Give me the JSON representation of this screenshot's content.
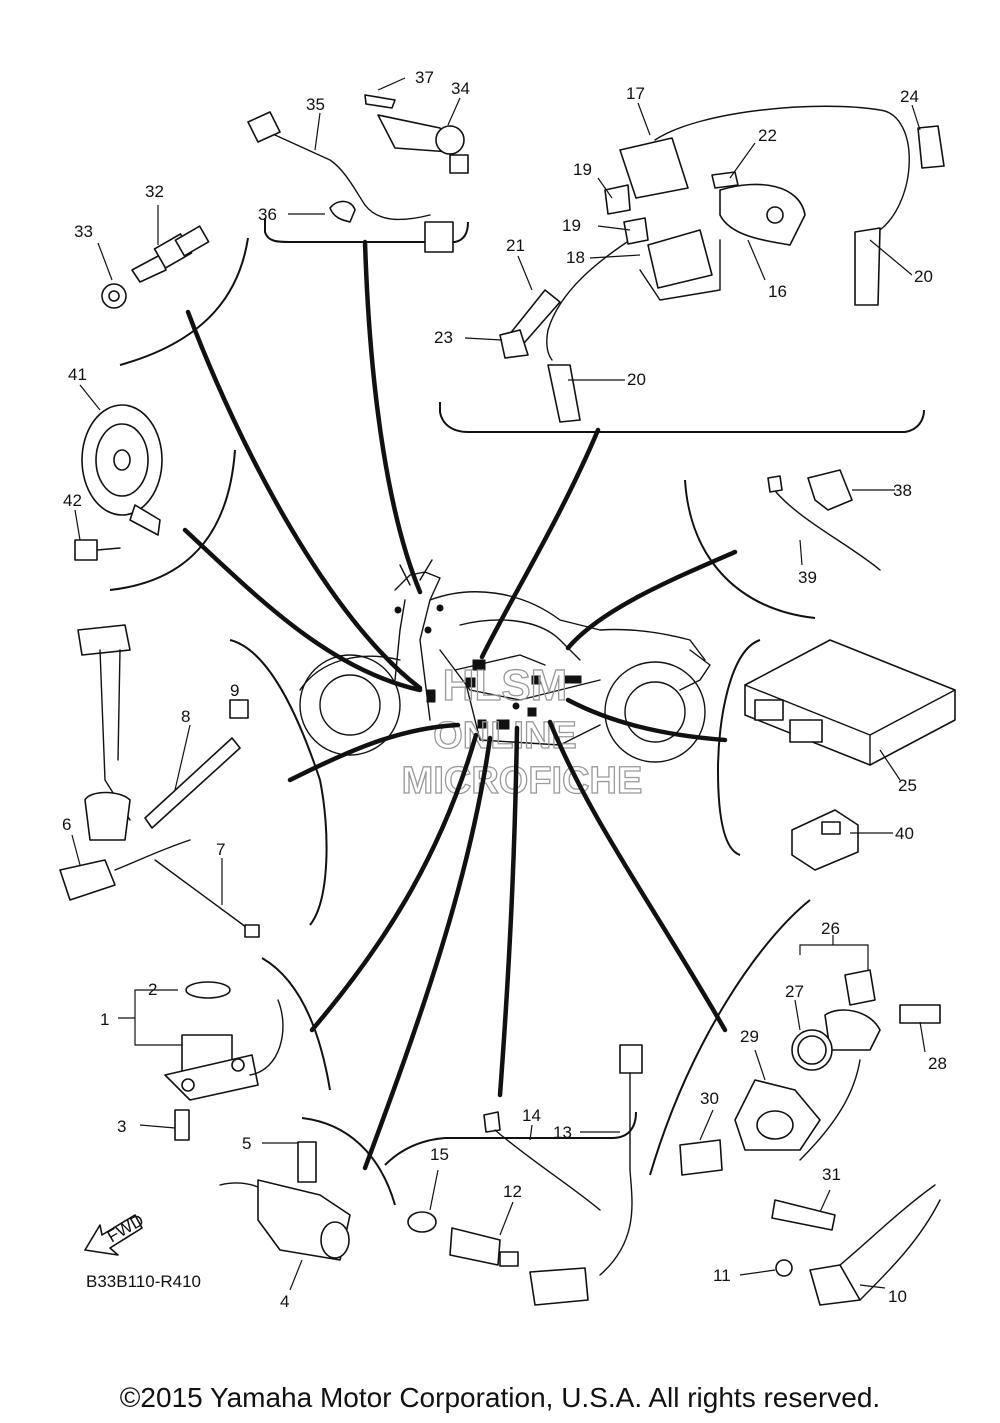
{
  "diagram": {
    "code": "B33B110-R410",
    "fwd_label": "FWD",
    "watermark": {
      "line1": "HLSM",
      "line2": "ONLINE",
      "line3": "MICROFICHE"
    },
    "parts": [
      {
        "id": "p1",
        "label": "1"
      },
      {
        "id": "p2",
        "label": "2"
      },
      {
        "id": "p3",
        "label": "3"
      },
      {
        "id": "p4",
        "label": "4"
      },
      {
        "id": "p5",
        "label": "5"
      },
      {
        "id": "p6",
        "label": "6"
      },
      {
        "id": "p7",
        "label": "7"
      },
      {
        "id": "p8",
        "label": "8"
      },
      {
        "id": "p9",
        "label": "9"
      },
      {
        "id": "p10",
        "label": "10"
      },
      {
        "id": "p11",
        "label": "11"
      },
      {
        "id": "p12",
        "label": "12"
      },
      {
        "id": "p13",
        "label": "13"
      },
      {
        "id": "p14",
        "label": "14"
      },
      {
        "id": "p15",
        "label": "15"
      },
      {
        "id": "p16",
        "label": "16"
      },
      {
        "id": "p17",
        "label": "17"
      },
      {
        "id": "p18",
        "label": "18"
      },
      {
        "id": "p19a",
        "label": "19"
      },
      {
        "id": "p19b",
        "label": "19"
      },
      {
        "id": "p20a",
        "label": "20"
      },
      {
        "id": "p20b",
        "label": "20"
      },
      {
        "id": "p21",
        "label": "21"
      },
      {
        "id": "p22",
        "label": "22"
      },
      {
        "id": "p23",
        "label": "23"
      },
      {
        "id": "p24",
        "label": "24"
      },
      {
        "id": "p25",
        "label": "25"
      },
      {
        "id": "p26",
        "label": "26"
      },
      {
        "id": "p27",
        "label": "27"
      },
      {
        "id": "p28",
        "label": "28"
      },
      {
        "id": "p29",
        "label": "29"
      },
      {
        "id": "p30",
        "label": "30"
      },
      {
        "id": "p31",
        "label": "31"
      },
      {
        "id": "p32",
        "label": "32"
      },
      {
        "id": "p33",
        "label": "33"
      },
      {
        "id": "p34",
        "label": "34"
      },
      {
        "id": "p35",
        "label": "35"
      },
      {
        "id": "p36",
        "label": "36"
      },
      {
        "id": "p37",
        "label": "37"
      },
      {
        "id": "p38",
        "label": "38"
      },
      {
        "id": "p39",
        "label": "39"
      },
      {
        "id": "p40",
        "label": "40"
      },
      {
        "id": "p41",
        "label": "41"
      },
      {
        "id": "p42",
        "label": "42"
      }
    ]
  },
  "footer": {
    "copyright": "©2015 Yamaha Motor Corporation, U.S.A. All rights reserved."
  }
}
